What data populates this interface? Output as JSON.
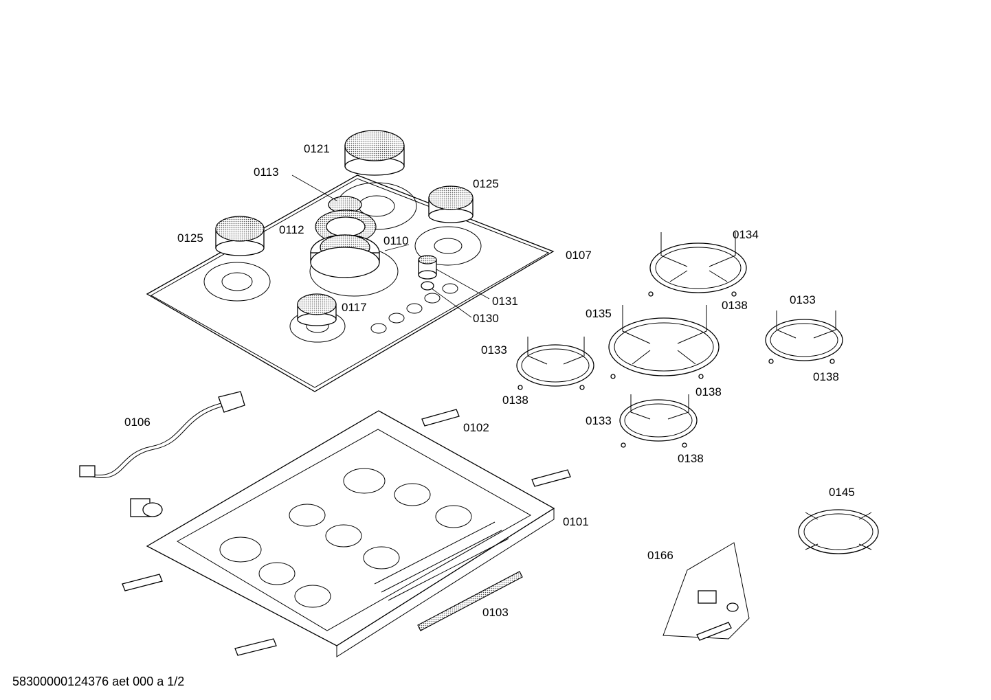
{
  "diagram": {
    "callouts": [
      {
        "id": "0121",
        "text": "0121"
      },
      {
        "id": "0113",
        "text": "0113"
      },
      {
        "id": "0125a",
        "text": "0125"
      },
      {
        "id": "0125b",
        "text": "0125"
      },
      {
        "id": "0112",
        "text": "0112"
      },
      {
        "id": "0110",
        "text": "0110"
      },
      {
        "id": "0107",
        "text": "0107"
      },
      {
        "id": "0131",
        "text": "0131"
      },
      {
        "id": "0130",
        "text": "0130"
      },
      {
        "id": "0117",
        "text": "0117"
      },
      {
        "id": "0134",
        "text": "0134"
      },
      {
        "id": "0138a",
        "text": "0138"
      },
      {
        "id": "0135",
        "text": "0135"
      },
      {
        "id": "0133a",
        "text": "0133"
      },
      {
        "id": "0133b",
        "text": "0133"
      },
      {
        "id": "0138b",
        "text": "0138"
      },
      {
        "id": "0138c",
        "text": "0138"
      },
      {
        "id": "0138d",
        "text": "0138"
      },
      {
        "id": "0133c",
        "text": "0133"
      },
      {
        "id": "0138e",
        "text": "0138"
      },
      {
        "id": "0106",
        "text": "0106"
      },
      {
        "id": "0102",
        "text": "0102"
      },
      {
        "id": "0101",
        "text": "0101"
      },
      {
        "id": "0145",
        "text": "0145"
      },
      {
        "id": "0166",
        "text": "0166"
      },
      {
        "id": "0103",
        "text": "0103"
      }
    ],
    "footer": "58300000124376 aet 000 a 1/2"
  }
}
